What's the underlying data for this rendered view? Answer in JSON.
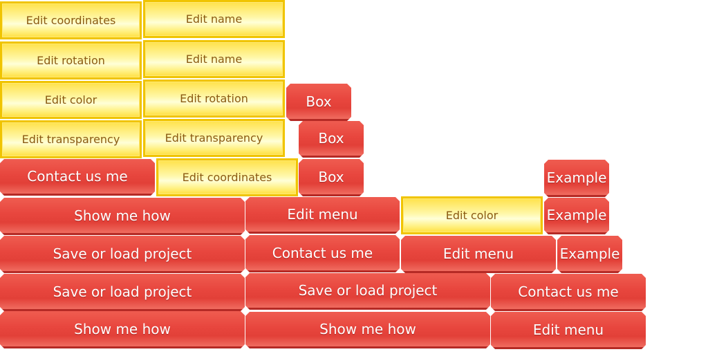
{
  "buttons": {
    "edit_coordinates_1": "Edit coordinates",
    "edit_name_1": "Edit name",
    "edit_rotation_1": "Edit rotation",
    "edit_name_2": "Edit name",
    "edit_color_1": "Edit color",
    "edit_rotation_2": "Edit rotation",
    "box_1": "Box",
    "edit_transparency_1": "Edit transparency",
    "edit_transparency_2": "Edit transparency",
    "box_2": "Box",
    "contact_us_me_1": "Contact us me",
    "edit_coordinates_2": "Edit coordinates",
    "box_3": "Box",
    "example_1": "Example",
    "show_me_how_1": "Show me how",
    "edit_menu_1": "Edit menu",
    "edit_color_2": "Edit color",
    "example_2": "Example",
    "save_or_load_project_1": "Save or load project",
    "contact_us_me_2": "Contact us me",
    "edit_menu_2": "Edit menu",
    "example_3": "Example",
    "save_or_load_project_2": "Save or load project",
    "save_or_load_project_3": "Save or load project",
    "contact_us_me_3": "Contact us me",
    "show_me_how_2": "Show me how",
    "show_me_how_3": "Show me how",
    "edit_menu_3": "Edit menu"
  },
  "colors": {
    "red_button": "#e8463e",
    "red_text": "#ffffff",
    "yellow_button": "#ffe24a",
    "yellow_border": "#f0c400",
    "yellow_text": "#8a5a12",
    "background": "#ffffff"
  }
}
